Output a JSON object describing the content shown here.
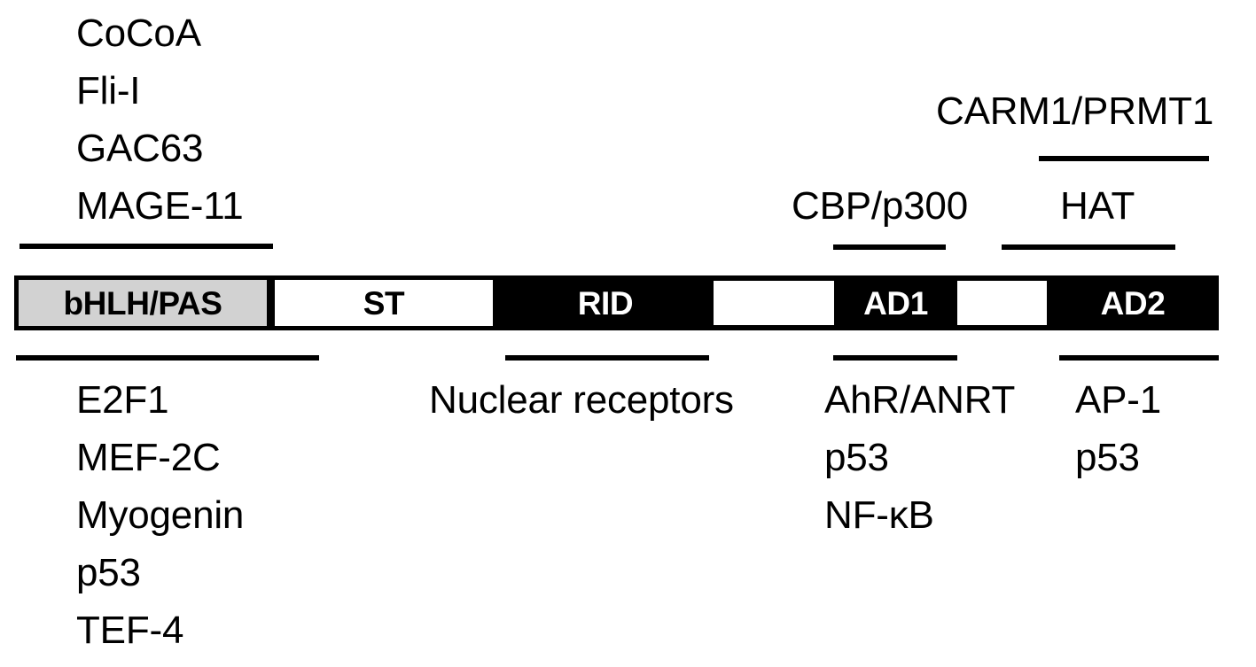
{
  "figure": {
    "kind": "protein-domain-diagram",
    "colors": {
      "bar_outline": "#000000",
      "segment_gray": "#d2d2d2",
      "segment_black": "#000000",
      "segment_white": "#ffffff",
      "text": "#000000"
    }
  },
  "domain_bar": {
    "segments": [
      {
        "label": "bHLH/PAS",
        "fill": "gray",
        "text_color": "#000000"
      },
      {
        "label": "ST",
        "fill": "white",
        "text_color": "#000000"
      },
      {
        "label": "RID",
        "fill": "black",
        "text_color": "#ffffff"
      },
      {
        "label": "",
        "fill": "white",
        "text_color": "#000000"
      },
      {
        "label": "AD1",
        "fill": "black",
        "text_color": "#ffffff"
      },
      {
        "label": "",
        "fill": "white",
        "text_color": "#000000"
      },
      {
        "label": "AD2",
        "fill": "black",
        "text_color": "#ffffff"
      }
    ]
  },
  "above_groups": [
    {
      "name": "n-terminal-coactivators",
      "items": [
        "CoCoA",
        "Fli-I",
        "GAC63",
        "MAGE-11"
      ]
    },
    {
      "name": "ad1-coactivator",
      "items": [
        "CBP/p300"
      ]
    },
    {
      "name": "ad2-coactivator",
      "items": [
        "CARM1/PRMT1"
      ]
    },
    {
      "name": "hat-activity",
      "items": [
        "HAT"
      ]
    }
  ],
  "below_groups": [
    {
      "name": "bhlh-pas-partners",
      "items": [
        "E2F1",
        "MEF-2C",
        "Myogenin",
        "p53",
        "TEF-4"
      ]
    },
    {
      "name": "rid-partners",
      "items": [
        "Nuclear receptors"
      ]
    },
    {
      "name": "ad1-partners",
      "items": [
        "AhR/ANRT",
        "p53",
        "NF-κB"
      ]
    },
    {
      "name": "ad2-partners",
      "items": [
        "AP-1",
        "p53"
      ]
    }
  ],
  "labels": {
    "cocoa": "CoCoA",
    "fli_i": "Fli-I",
    "gac63": "GAC63",
    "mage_11": "MAGE-11",
    "carm1_prmt1": "CARM1/PRMT1",
    "cbp_p300": "CBP/p300",
    "hat": "HAT",
    "bhlh_pas": "bHLH/PAS",
    "st": "ST",
    "rid": "RID",
    "ad1": "AD1",
    "ad2": "AD2",
    "e2f1": "E2F1",
    "mef_2c": "MEF-2C",
    "myogenin": "Myogenin",
    "p53_a": "p53",
    "tef_4": "TEF-4",
    "nuclear_receptors": "Nuclear receptors",
    "ahr_anrt": "AhR/ANRT",
    "p53_b": "p53",
    "nf_kb": "NF-κB",
    "ap_1": "AP-1",
    "p53_c": "p53"
  }
}
